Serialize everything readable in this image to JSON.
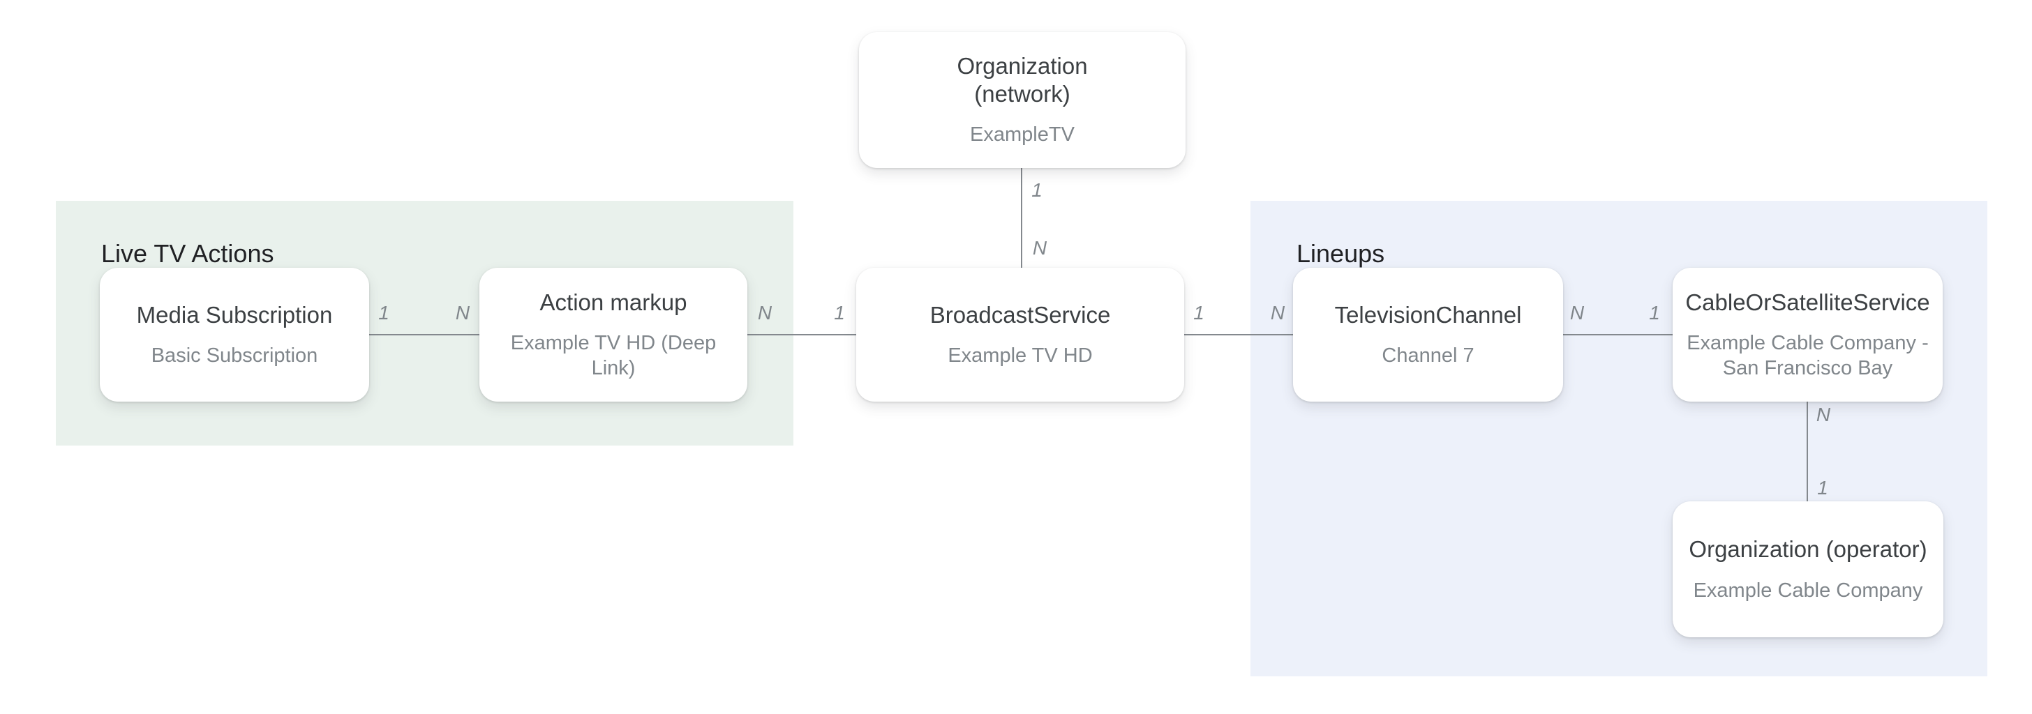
{
  "colors": {
    "background": "#ffffff",
    "live_tv_panel_bg": "#e9f1ec",
    "lineups_panel_bg": "#edf1fa",
    "node_bg": "#ffffff",
    "node_title": "#3c4043",
    "node_subtitle": "#80868b",
    "section_header": "#202124",
    "connector": "#84898e",
    "cardinality_label": "#80868b"
  },
  "diagram": {
    "groups": {
      "live_tv_actions": {
        "label": "Live TV Actions"
      },
      "lineups": {
        "label": "Lineups"
      }
    },
    "nodes": {
      "org_network": {
        "title": "Organization (network)",
        "subtitle": "ExampleTV"
      },
      "media_subscription": {
        "title": "Media Subscription",
        "subtitle": "Basic Subscription"
      },
      "action_markup": {
        "title": "Action markup",
        "subtitle": "Example TV HD (Deep Link)"
      },
      "broadcast_service": {
        "title": "BroadcastService",
        "subtitle": "Example TV HD"
      },
      "television_channel": {
        "title": "TelevisionChannel",
        "subtitle": "Channel 7"
      },
      "cable_or_satellite_service": {
        "title": "CableOrSatelliteService",
        "subtitle": "Example Cable Company - San Francisco Bay"
      },
      "org_operator": {
        "title": "Organization (operator)",
        "subtitle": "Example Cable Company"
      }
    },
    "edges": {
      "network_to_broadcast": {
        "from": "1",
        "to": "N"
      },
      "subscription_to_action": {
        "from": "1",
        "to": "N"
      },
      "action_to_broadcast": {
        "from": "N",
        "to": "1"
      },
      "broadcast_to_channel": {
        "from": "1",
        "to": "N"
      },
      "channel_to_cable": {
        "from": "N",
        "to": "1"
      },
      "cable_to_operator": {
        "from": "N",
        "to": "1"
      }
    }
  }
}
